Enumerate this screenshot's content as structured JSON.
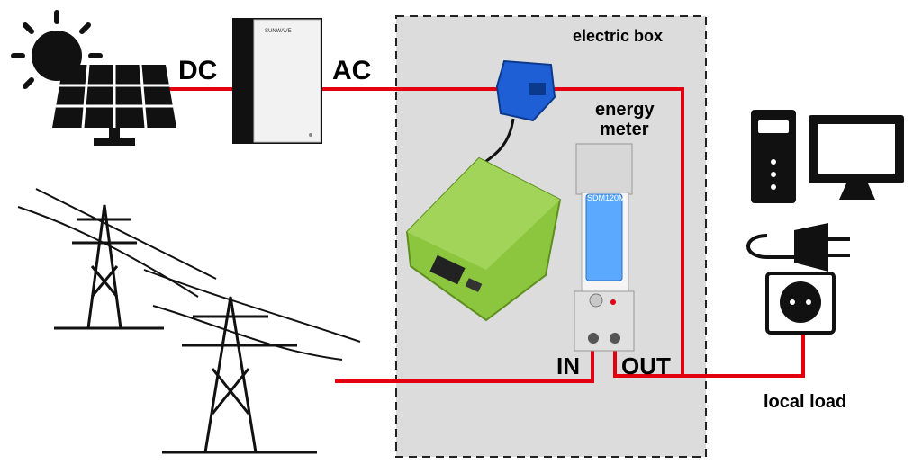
{
  "labels": {
    "dc": "DC",
    "ac": "AC",
    "electric_box": "electric box",
    "energy_meter_line1": "energy",
    "energy_meter_line2": "meter",
    "in": "IN",
    "out": "OUT",
    "local_load": "local load",
    "inverter_brand": "SUNWAVE",
    "meter_model": "SDM120M"
  },
  "colors": {
    "wire": "#e3000f",
    "box_fill": "#dcdcdc",
    "controller": "#8cc63f",
    "meter_display": "#5aa9ff"
  },
  "icons": [
    "sun-icon",
    "solar-panel-icon",
    "inverter-icon",
    "current-clamp-icon",
    "controller-box-icon",
    "energy-meter-icon",
    "pylon-icon",
    "pc-tower-icon",
    "monitor-icon",
    "plug-icon",
    "socket-icon"
  ]
}
